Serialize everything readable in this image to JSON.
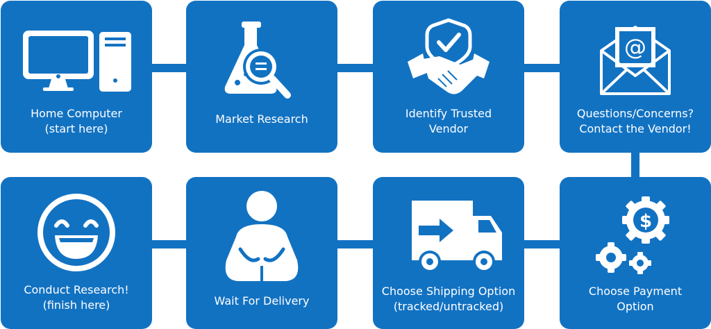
{
  "colors": {
    "tile": "#1272c2",
    "icon": "#ffffff",
    "background": "#ffffff"
  },
  "steps": [
    {
      "icon": "desktop-computer-icon",
      "lines": [
        "Home Computer",
        "(start here)"
      ]
    },
    {
      "icon": "flask-magnifier-icon",
      "lines": [
        "Market Research"
      ]
    },
    {
      "icon": "shield-handshake-icon",
      "lines": [
        "Identify Trusted",
        "Vendor"
      ]
    },
    {
      "icon": "email-envelope-icon",
      "lines": [
        "Questions/Concerns?",
        "Contact the Vendor!"
      ]
    },
    {
      "icon": "gears-dollar-icon",
      "lines": [
        "Choose Payment",
        "Option"
      ]
    },
    {
      "icon": "delivery-truck-icon",
      "lines": [
        "Choose Shipping Option",
        "(tracked/untracked)"
      ]
    },
    {
      "icon": "waiting-person-icon",
      "lines": [
        "Wait For Delivery"
      ]
    },
    {
      "icon": "smiley-face-icon",
      "lines": [
        "Conduct Research!",
        "(finish here)"
      ]
    }
  ]
}
